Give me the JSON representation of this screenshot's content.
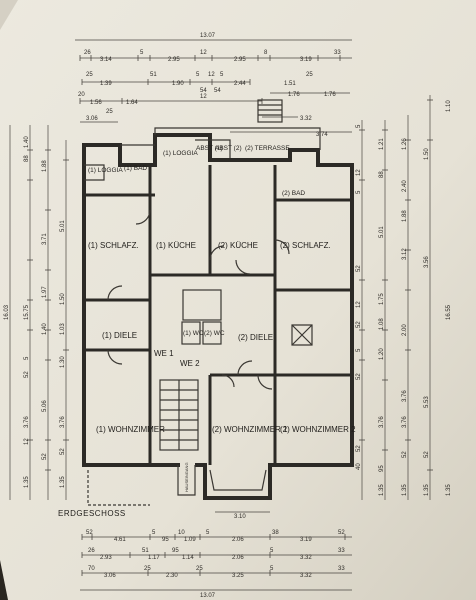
{
  "plan": {
    "title": "ERDGESCHOSS",
    "entrance_label": "HAUSEINGANG",
    "rooms": [
      {
        "id": "loggia-1",
        "text": "(1) LOGGIA"
      },
      {
        "id": "bad-1",
        "text": "(1) BAD"
      },
      {
        "id": "loggia-2",
        "text": "(1) LOGGIA"
      },
      {
        "id": "abst-1",
        "text": "ABST (1)"
      },
      {
        "id": "abst-2",
        "text": "ABST (2)"
      },
      {
        "id": "terrasse-2",
        "text": "(2) TERRASSE"
      },
      {
        "id": "bad-2",
        "text": "(2) BAD"
      },
      {
        "id": "schlafz-1",
        "text": "(1) SCHLAFZ."
      },
      {
        "id": "kueche-1",
        "text": "(1) KÜCHE"
      },
      {
        "id": "kueche-2",
        "text": "(2) KÜCHE"
      },
      {
        "id": "schlafz-2",
        "text": "(2) SCHLAFZ."
      },
      {
        "id": "diele-1",
        "text": "(1) DIELE"
      },
      {
        "id": "wc-1",
        "text": "(1) WC"
      },
      {
        "id": "wc-2",
        "text": "(2) WC"
      },
      {
        "id": "diele-2",
        "text": "(2) DIELE"
      },
      {
        "id": "we1",
        "text": "WE 1"
      },
      {
        "id": "we2",
        "text": "WE 2"
      },
      {
        "id": "wohnzimmer-1",
        "text": "(1) WOHNZIMMER"
      },
      {
        "id": "wohnzimmer-2a",
        "text": "(2) WOHNZIMMER 1"
      },
      {
        "id": "wohnzimmer-2b",
        "text": "(2) WOHNZIMMER 2"
      }
    ],
    "top_dimensions": {
      "total": "13.07",
      "row1": [
        "26",
        "3.14",
        "5",
        "2.95",
        "12",
        "2.95",
        "8",
        "3.19",
        "33"
      ],
      "row2": [
        "25",
        "1.39",
        "51",
        "1.90",
        "5",
        "12",
        "5",
        "2.44",
        "1.51",
        "25"
      ],
      "row2b": [
        "54",
        "54"
      ],
      "row3": [
        "20",
        "1.56",
        "1.64",
        "12",
        "1.76",
        "1.76"
      ],
      "row4": [
        "3.06",
        "25",
        "3.32",
        "3.74"
      ]
    },
    "bottom_dimensions": {
      "mid": "3.10",
      "row1": [
        "52",
        "4.61",
        "5",
        "95",
        "10",
        "1.09",
        "5",
        "2.06",
        "38",
        "3.19",
        "52"
      ],
      "row2": [
        "26",
        "2.93",
        "51",
        "1.17",
        "95",
        "1.14",
        "2.06",
        "5",
        "3.32",
        "33"
      ],
      "row3": [
        "70",
        "3.06",
        "25",
        "2.30",
        "25",
        "3.25",
        "5",
        "3.32",
        "33"
      ],
      "total": "13.07"
    },
    "left_dimensions": {
      "col_a": [
        "16.03"
      ],
      "col_b": [
        "1.40",
        "88",
        "1.88",
        "5.01",
        "3.71",
        "1.97",
        "1.50",
        "1.03",
        "1.40",
        "1.30",
        "3.76",
        "52",
        "1.35"
      ],
      "col_c": [
        "5",
        "52",
        "5.06",
        "3.76",
        "12",
        "52",
        "1.35",
        "15.75"
      ]
    },
    "right_dimensions": {
      "col_a": [
        "5",
        "12",
        "5",
        "52",
        "12",
        "52",
        "5",
        "52",
        "52",
        "40",
        "52",
        "52"
      ],
      "col_b": [
        "1.21",
        "88",
        "5.01",
        "1.75",
        "1.08",
        "1.20",
        "3.76",
        "95",
        "1.35",
        "3.76",
        "1.35"
      ],
      "col_c": [
        "1.26",
        "2.40",
        "1.88",
        "3.12",
        "3.56",
        "2.00",
        "5.53",
        "3.76",
        "1.35"
      ],
      "col_d": [
        "1.10",
        "1.50",
        "16.55",
        "1.35"
      ]
    }
  }
}
